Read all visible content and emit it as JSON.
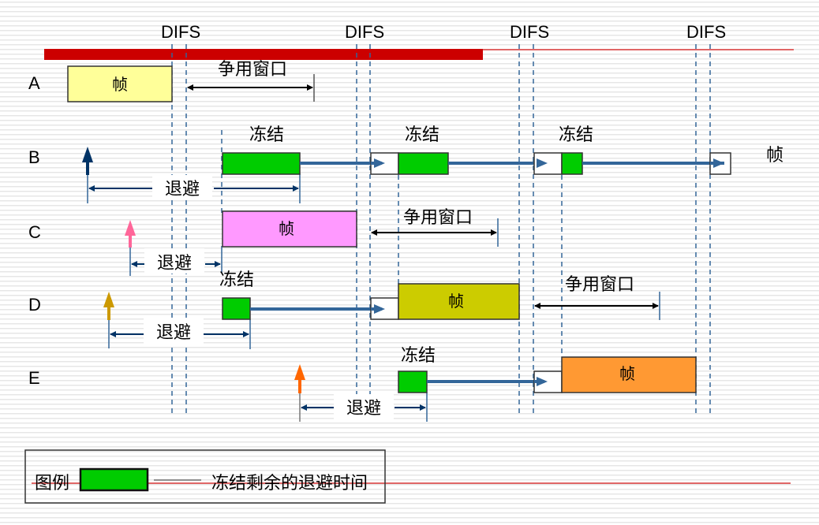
{
  "difs_label": "DIFS",
  "stations": [
    {
      "label": "A"
    },
    {
      "label": "B"
    },
    {
      "label": "C"
    },
    {
      "label": "D"
    },
    {
      "label": "E"
    }
  ],
  "labels": {
    "frame": "帧",
    "freeze": "冻结",
    "backoff": "退避",
    "contention_window": "争用窗口"
  },
  "legend": {
    "title": "图例",
    "dash": "——",
    "description": "冻结剩余的退避时间"
  },
  "colors": {
    "channel_busy": "#cc0000",
    "channel_line": "#e06666",
    "frame_A": "#ffff99",
    "frame_C": "#ff99ff",
    "frame_D": "#cccc00",
    "frame_E": "#ff9933",
    "remaining_backoff": "#00cc00",
    "arrow_blue": "#336699",
    "arrow_B": "#003366",
    "arrow_C": "#ff6699",
    "arrow_D": "#cc9900",
    "arrow_E": "#ff6600",
    "dashed": "#336699"
  }
}
